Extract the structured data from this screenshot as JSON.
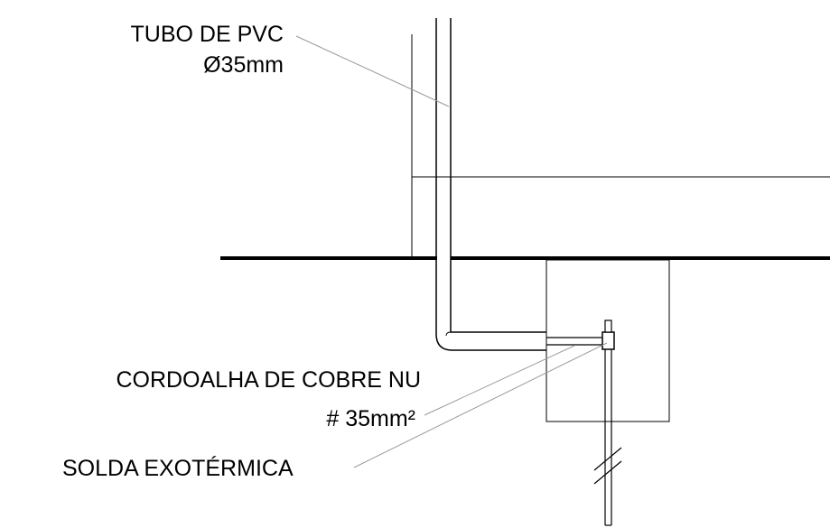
{
  "labels": {
    "pvc_tube": {
      "line1": "TUBO DE PVC",
      "line2": "Ø35mm"
    },
    "copper_cable": {
      "line1": "CORDOALHA DE COBRE NU",
      "line2": "# 35mm²"
    },
    "weld": {
      "text": "SOLDA EXOTÉRMICA"
    }
  },
  "colors": {
    "ink": "#000000",
    "leader": "#9a9a9a",
    "background": "#ffffff"
  }
}
